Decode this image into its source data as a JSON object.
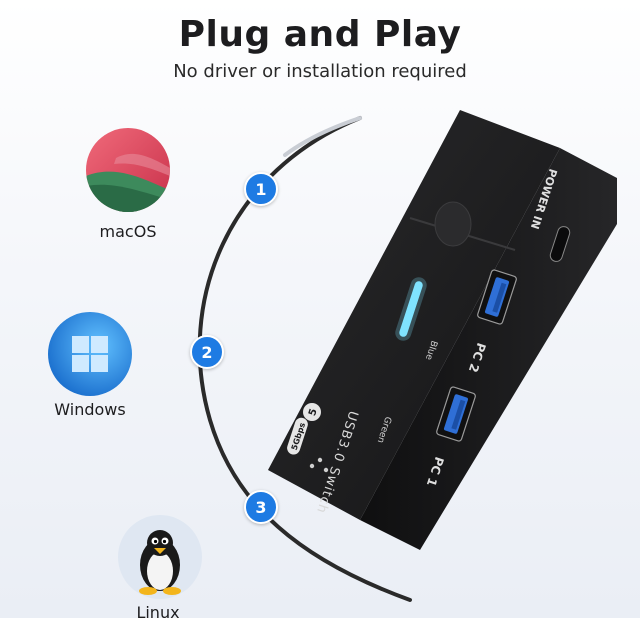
{
  "header": {
    "title": "Plug and Play",
    "subtitle": "No driver or installation required"
  },
  "os_list": [
    {
      "label": "macOS",
      "icon": "macos-icon"
    },
    {
      "label": "Windows",
      "icon": "windows-icon"
    },
    {
      "label": "Linux",
      "icon": "linux-tux-icon"
    }
  ],
  "steps": [
    "1",
    "2",
    "3"
  ],
  "device": {
    "brand_badge": "5Gbps",
    "name": "USB3.0 Switch",
    "power_label": "POWER IN",
    "port1_label": "PC 1",
    "port2_label": "PC 2",
    "led_blue_label": "Blue",
    "led_green_label": "Green"
  },
  "colors": {
    "badge_blue": "#1e7be3",
    "device_body": "#1c1c1e",
    "usb_port_blue": "#2f6fd6",
    "led_glow": "#7fe3ff"
  }
}
